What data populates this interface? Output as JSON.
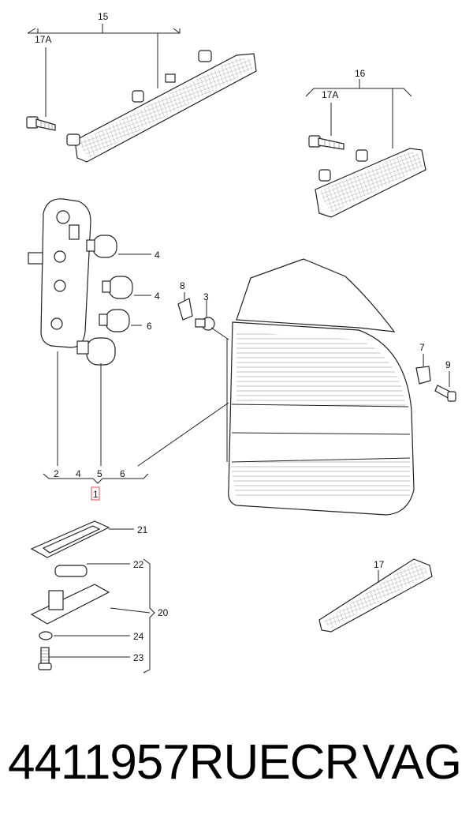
{
  "labels": {
    "l15": "15",
    "l17a_top": "17A",
    "l16": "16",
    "l17a_right": "17A",
    "l8": "8",
    "l3": "3",
    "l4a": "4",
    "l4b": "4",
    "l6": "6",
    "l7": "7",
    "l9": "9",
    "l2": "2",
    "l4c": "4",
    "l5": "5",
    "l6b": "6",
    "l1": "1",
    "l21": "21",
    "l22": "22",
    "l20": "20",
    "l24": "24",
    "l23": "23",
    "l17": "17"
  },
  "footer": {
    "part_number": "4411957RUECR",
    "brand": "VAG"
  },
  "colors": {
    "line": "#222222",
    "highlight_box": "#d9534f"
  }
}
